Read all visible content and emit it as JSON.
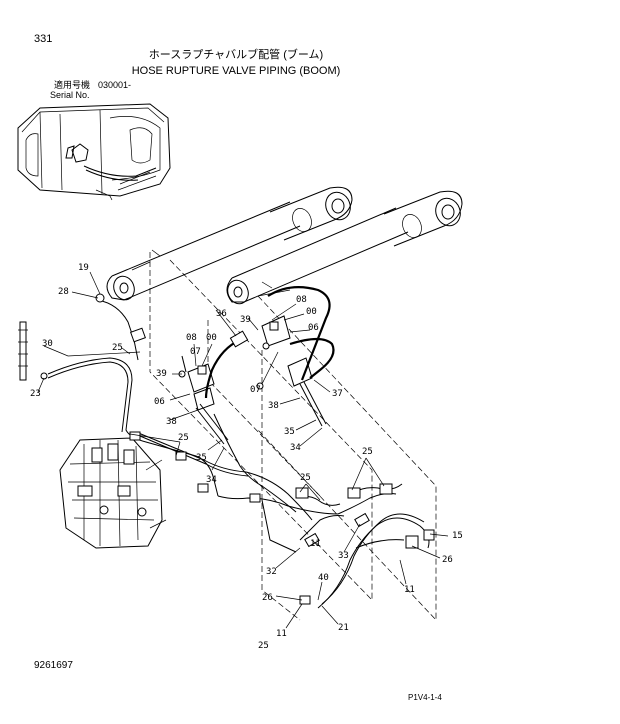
{
  "page_number": "331",
  "title_jp": "ホースラプチャバルブ配管 (ブーム)",
  "title_en": "HOSE RUPTURE VALVE PIPING (BOOM)",
  "serial_label_jp": "適用号機",
  "serial_label_en": "Serial No.",
  "serial_value": "030001-",
  "doc_number": "9261697",
  "page_code": "P1V4-1-4",
  "callouts": {
    "c19": "19",
    "c28": "28",
    "c30": "30",
    "c23": "23",
    "c25a": "25",
    "c08a": "08",
    "c00a": "00",
    "c07a": "07",
    "c36": "36",
    "c39a": "39",
    "c06a": "06",
    "c38a": "38",
    "c35a": "35",
    "c34a": "34",
    "c08b": "08",
    "c00b": "00",
    "c06b": "06",
    "c39b": "39",
    "c07b": "07",
    "c37": "37",
    "c38b": "38",
    "c35b": "35",
    "c34b": "34",
    "c25b": "25",
    "c25c": "25",
    "c25d": "25",
    "c15": "15",
    "c26a": "26",
    "c11a": "11",
    "c33": "33",
    "c11b": "11",
    "c32": "32",
    "c40": "40",
    "c26b": "26",
    "c21": "21",
    "c11c": "11",
    "c25e": "25"
  }
}
